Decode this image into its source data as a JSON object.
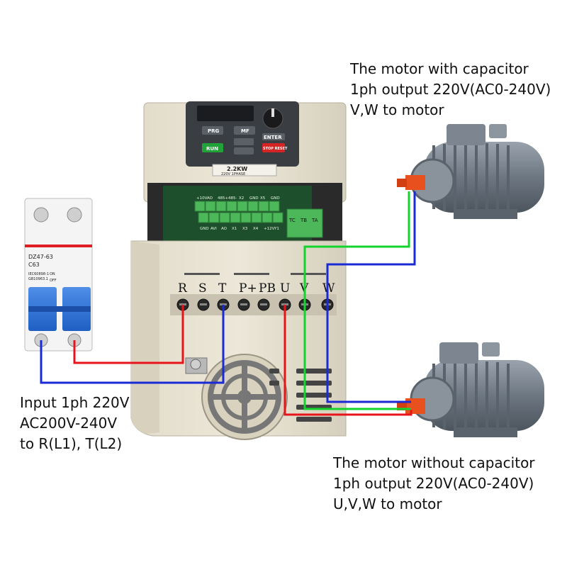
{
  "motor_with_capacitor": {
    "line1": "The motor with capacitor",
    "line2": "1ph output 220V(AC0-240V)",
    "line3": "V,W to motor"
  },
  "motor_without_capacitor": {
    "line1": "The motor without capacitor",
    "line2": "1ph output 220V(AC0-240V)",
    "line3": "U,V,W to motor"
  },
  "input": {
    "line1": "Input 1ph 220V",
    "line2": "AC200V-240V",
    "line3": "to R(L1), T(L2)"
  },
  "breaker": {
    "model": "DZ47-63",
    "rating": "C63",
    "std1": "IEC60898-1",
    "std2": "GB10963.1",
    "on": "ON",
    "off": "OFF"
  },
  "inverter": {
    "power_label": "2.2KW",
    "sub_label": "220V    1PHASE",
    "buttons": {
      "prg": "PRG",
      "mf": "MF",
      "enter": "ENTER",
      "run": "RUN",
      "stop": "STOP RESET"
    },
    "control_terminals_top": [
      "+10V",
      "AO",
      "485+",
      "485-",
      "X2",
      "GND",
      "X5",
      "GND"
    ],
    "control_terminals_bottom": [
      "GND",
      "AVI",
      "AO",
      "X1",
      "X3",
      "X4",
      "+12V",
      "Y1"
    ],
    "relay_terminals": [
      "TC",
      "TB",
      "TA"
    ],
    "power_terminals": [
      "R",
      "S",
      "T",
      "P+",
      "PB",
      "U",
      "V",
      "W"
    ]
  },
  "colors": {
    "red_wire": "#e8141b",
    "blue_wire": "#1a2bd6",
    "green_wire": "#13d42c"
  }
}
